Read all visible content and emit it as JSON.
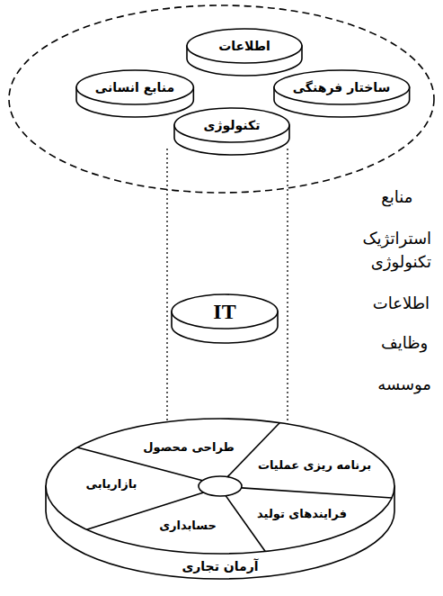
{
  "diagram": {
    "nodes": [
      {
        "text": [
          "منابع استراتژیک"
        ]
      },
      {
        "text": [
          "اطلاعات"
        ],
        "in": 0
      },
      {
        "text": [
          "منابع انسانی"
        ],
        "in": 0
      },
      {
        "text": [
          "ساختار فرهنگی"
        ],
        "in": 0
      },
      {
        "text": [
          "تکنولوژی"
        ],
        "in": 0
      },
      {
        "text": [
          "IT",
          "تکنولوژی اطلاعات"
        ]
      },
      {
        "text": [
          "آرمان تجاری",
          "وظایف موسسه"
        ]
      },
      {
        "text": [
          "طراحی محصول"
        ],
        "in": 6
      },
      {
        "text": [
          "برنامه ریزی عملیات"
        ],
        "in": 6
      },
      {
        "text": [
          "فرایندهای تولید"
        ],
        "in": 6
      },
      {
        "text": [
          "حسابداری"
        ],
        "in": 6
      },
      {
        "text": [
          "بازاریابی"
        ],
        "in": 6
      }
    ]
  }
}
